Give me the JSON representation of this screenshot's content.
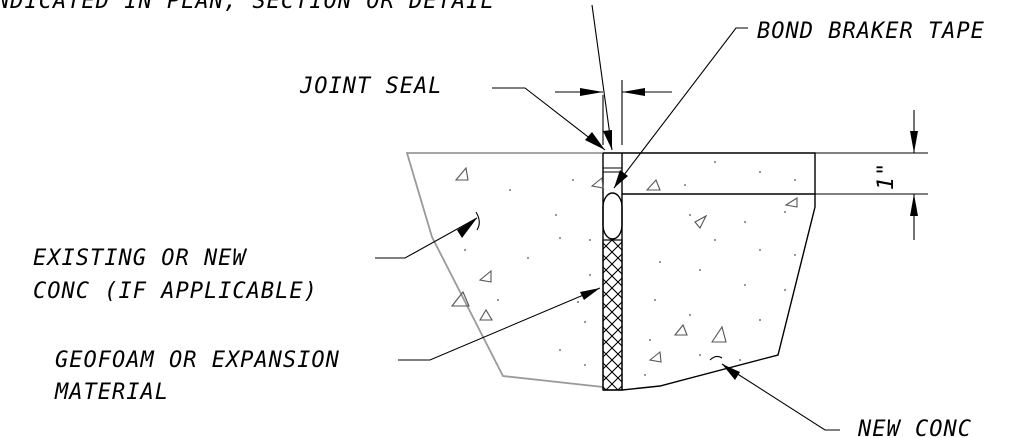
{
  "labels": {
    "top_note": "NDICATED IN PLAN, SECTION OR DETAIL",
    "bond_breaker_tape": "BOND BRAKER TAPE",
    "joint_seal": "JOINT SEAL",
    "existing_line1": "EXISTING OR NEW",
    "existing_line2": "CONC (IF APPLICABLE)",
    "geofoam_line1": "GEOFOAM OR EXPANSION",
    "geofoam_line2": "MATERIAL",
    "new_conc": "NEW CONC",
    "dimension_depth": "1\""
  }
}
